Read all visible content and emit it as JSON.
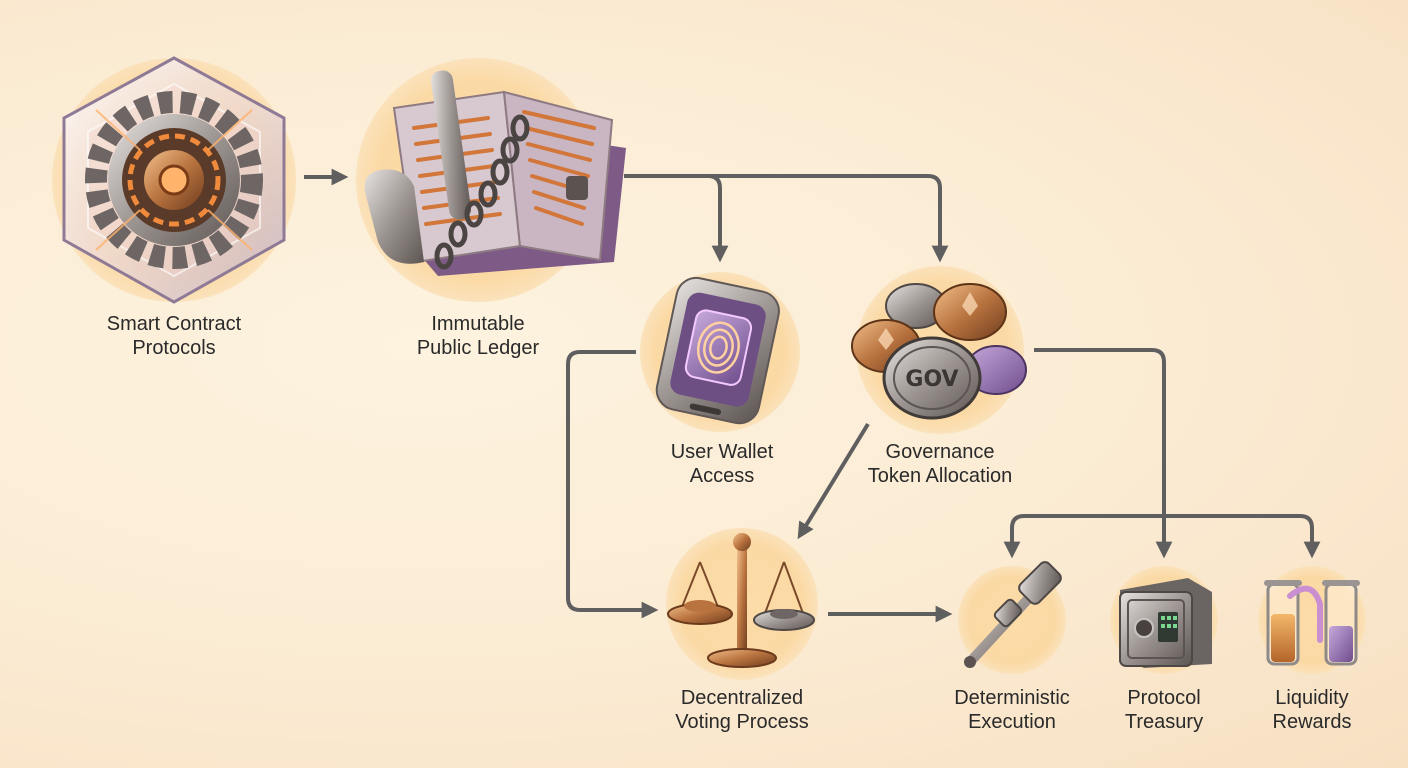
{
  "nodes": [
    {
      "id": "smart-contract",
      "icon": "gear-hexagon-icon",
      "line1": "Smart Contract",
      "line2": "Protocols"
    },
    {
      "id": "ledger",
      "icon": "ledger-book-icon",
      "line1": "Immutable",
      "line2": "Public Ledger"
    },
    {
      "id": "wallet",
      "icon": "phone-fingerprint-icon",
      "line1": "User Wallet",
      "line2": "Access"
    },
    {
      "id": "governance",
      "icon": "gov-coins-icon",
      "line1": "Governance",
      "line2": "Token Allocation"
    },
    {
      "id": "voting",
      "icon": "scales-icon",
      "line1": "Decentralized",
      "line2": "Voting Process"
    },
    {
      "id": "execution",
      "icon": "piston-icon",
      "line1": "Deterministic",
      "line2": "Execution"
    },
    {
      "id": "treasury",
      "icon": "vault-safe-icon",
      "line1": "Protocol",
      "line2": "Treasury"
    },
    {
      "id": "liquidity",
      "icon": "liquid-jars-icon",
      "line1": "Liquidity",
      "line2": "Rewards"
    }
  ],
  "coin_label": "GOV",
  "colors": {
    "arrow": "#5f5f5f",
    "halo": "#fbd9a4",
    "copper": "#b9733f",
    "purple": "#8e6aa6"
  }
}
